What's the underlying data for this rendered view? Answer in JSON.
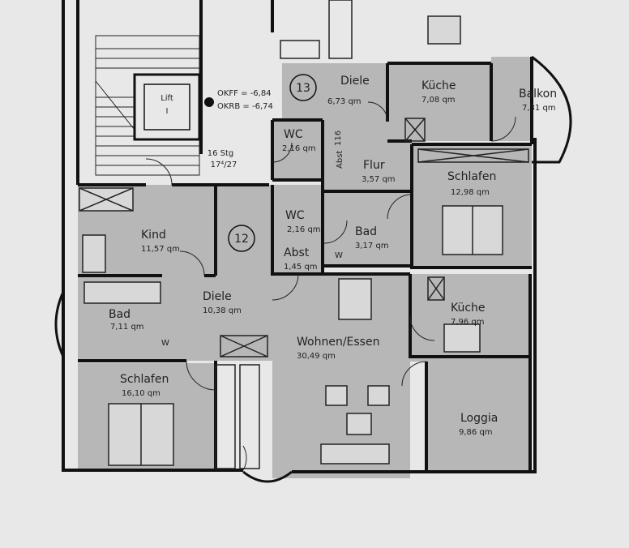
{
  "rooms": [
    {
      "id": "diele13",
      "name": "Diele",
      "area": "6,73 qm"
    },
    {
      "id": "kueche13",
      "name": "Küche",
      "area": "7,08 qm"
    },
    {
      "id": "balkon",
      "name": "Balkon",
      "area": "7,31 qm"
    },
    {
      "id": "wc13",
      "name": "WC",
      "area": "2,16 qm"
    },
    {
      "id": "flur",
      "name": "Flur",
      "area": "3,57 qm"
    },
    {
      "id": "schlafen13",
      "name": "Schlafen",
      "area": "12,98 qm"
    },
    {
      "id": "wc12",
      "name": "WC",
      "area": "2,16 qm"
    },
    {
      "id": "abst",
      "name": "Abst",
      "area": "1,45 qm"
    },
    {
      "id": "bad13",
      "name": "Bad",
      "area": "3,17 qm"
    },
    {
      "id": "kind",
      "name": "Kind",
      "area": "11,57 qm"
    },
    {
      "id": "diele12",
      "name": "Diele",
      "area": "10,38 qm"
    },
    {
      "id": "bad12",
      "name": "Bad",
      "area": "7,11 qm"
    },
    {
      "id": "kueche12",
      "name": "Küche",
      "area": "7,96 qm"
    },
    {
      "id": "wohnen",
      "name": "Wohnen/Essen",
      "area": "30,49 qm"
    },
    {
      "id": "schlafen12",
      "name": "Schlafen",
      "area": "16,10 qm"
    },
    {
      "id": "loggia",
      "name": "Loggia",
      "area": "9,86 qm"
    }
  ],
  "unit_numbers": [
    "13",
    "12"
  ],
  "lift": {
    "label": "Lift",
    "number": "I"
  },
  "okff": "OKFF = -6,84",
  "okrb": "OKRB = -6,74",
  "stairs": {
    "label": "16 Stg",
    "ratio": "17⁴/27"
  },
  "abst_side": "Abst",
  "abst_width": "116",
  "w_label": "W"
}
